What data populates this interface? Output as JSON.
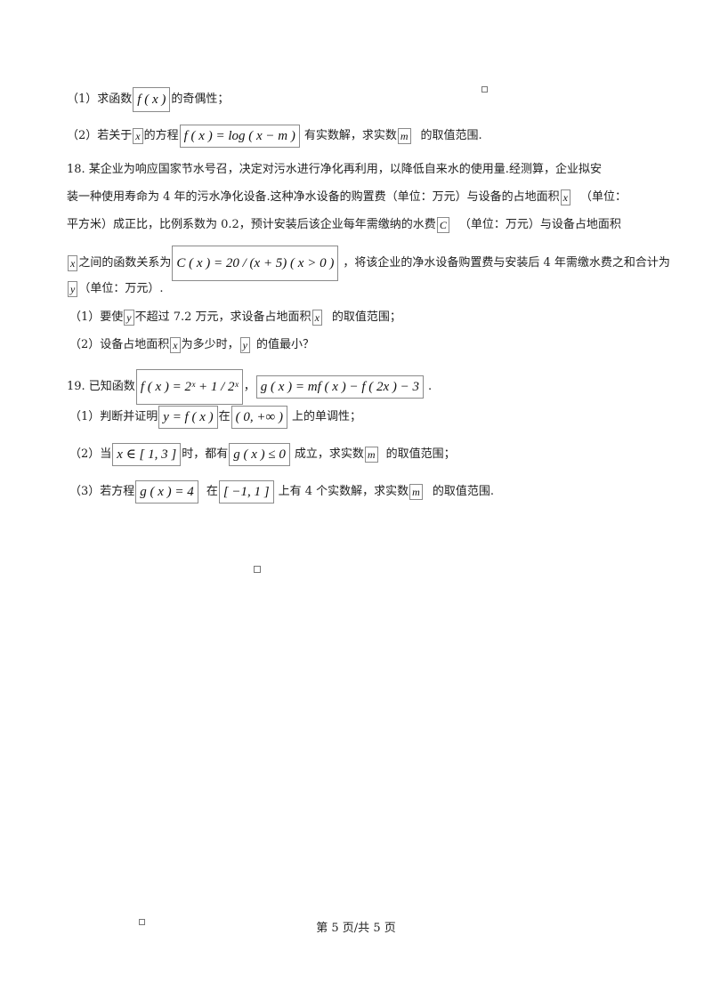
{
  "lines": {
    "l1": {
      "a": "（1）求函数",
      "m1": "f ( x )",
      "b": "的奇偶性；"
    },
    "l2": {
      "a": "（2）若关于",
      "m1": "x",
      "b": "的方程",
      "m2": "f ( x ) = log ( x − m )",
      "c": "有实数解，求实数",
      "m3": "m",
      "d": "的取值范围."
    },
    "l3": {
      "a": "18.  某企业为响应国家节水号召，决定对污水进行净化再利用，以降低自来水的使用量.经测算，企业拟安"
    },
    "l4": {
      "a": "装一种使用寿命为 4 年的污水净化设备.这种净水设备的购置费（单位：万元）与设备的占地面积",
      "m1": "x",
      "b": "（单位："
    },
    "l5": {
      "a": "平方米）成正比，比例系数为 0.2，预计安装后该企业每年需缴纳的水费",
      "m1": "C",
      "b": "（单位：万元）与设备占地面积"
    },
    "l6": {
      "m1": "x",
      "a": "之间的函数关系为",
      "m2": "C ( x ) = 20 / (x + 5)  ( x > 0 )",
      "b": "，将该企业的净水设备购置费与安装后 4 年需缴水费之和合计为"
    },
    "l7": {
      "m1": "y",
      "a": "（单位：万元）."
    },
    "l8": {
      "a": "（1）要使",
      "m1": "y",
      "b": "不超过  7.2 万元，求设备占地面积",
      "m2": "x",
      "c": "的取值范围；"
    },
    "l9": {
      "a": "（2）设备占地面积",
      "m1": "x",
      "b": "为多少时，",
      "m2": "y",
      "c": "的值最小？"
    },
    "l10": {
      "a": "19.  已知函数",
      "m1": "f ( x ) = 2ˣ + 1 / 2ˣ",
      "b": "，",
      "m2": "g ( x ) = mf ( x ) − f ( 2x ) − 3",
      "c": "."
    },
    "l11": {
      "a": "（1）判断并证明",
      "m1": "y = f ( x )",
      "b": "在",
      "m2": "( 0, +∞ )",
      "c": "上的单调性；"
    },
    "l12": {
      "a": "（2）当",
      "m1": "x ∈ [ 1, 3 ]",
      "b": "时，都有",
      "m2": "g ( x ) ≤ 0",
      "c": "成立，求实数",
      "m3": "m",
      "d": "的取值范围；"
    },
    "l13": {
      "a": "（3）若方程",
      "m1": "g ( x ) = 4",
      "b": "在",
      "m2": "[ −1, 1 ]",
      "c": "上有  4 个实数解，求实数",
      "m3": "m",
      "d": "的取值范围."
    }
  },
  "footer": "第  5 页/共  5 页"
}
